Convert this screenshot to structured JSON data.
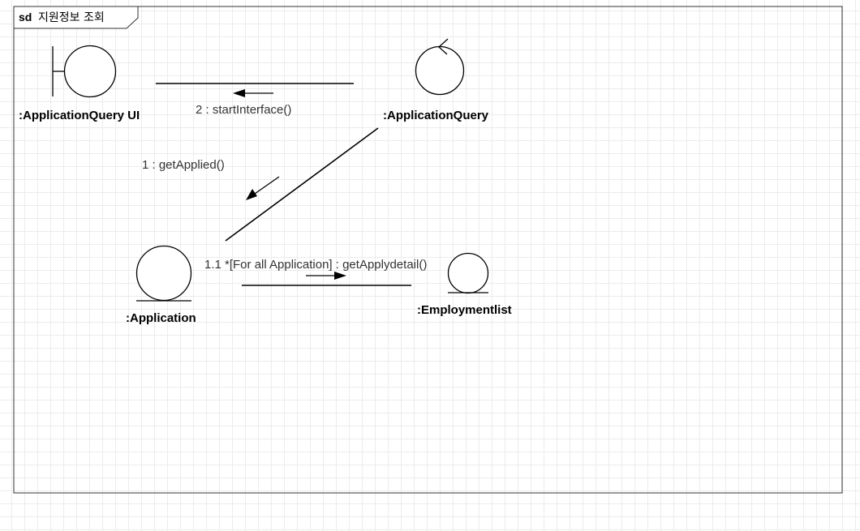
{
  "frame": {
    "keyword": "sd",
    "title": "지원정보 조회"
  },
  "objects": {
    "ui": {
      "name": ":ApplicationQuery UI",
      "kind": "boundary"
    },
    "control": {
      "name": ":ApplicationQuery",
      "kind": "control"
    },
    "application": {
      "name": ":Application",
      "kind": "entity"
    },
    "employment": {
      "name": ":Employmentlist",
      "kind": "entity"
    }
  },
  "messages": {
    "m1": "1 : getApplied()",
    "m2": "2 : startInterface()",
    "m11": "1.1 *[For all Application] : getApplydetail()"
  },
  "colors": {
    "line": "#000000",
    "label": "#333333",
    "grid": "#ececec"
  }
}
